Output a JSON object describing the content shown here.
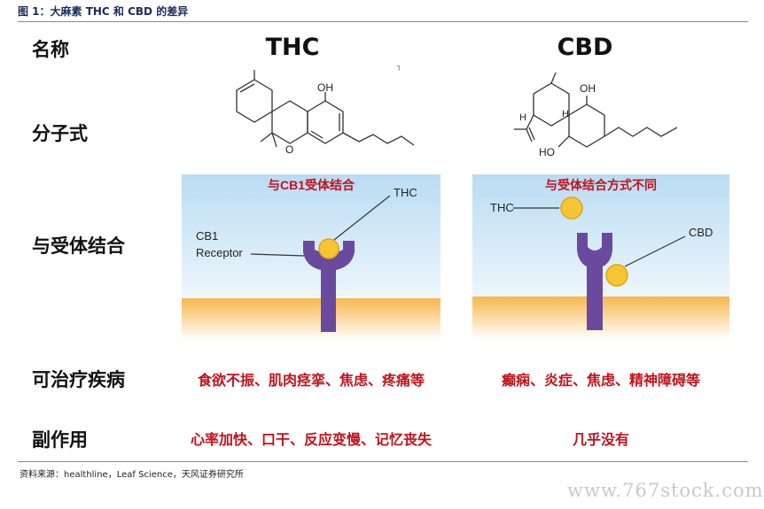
{
  "figure_title": "图 1：大麻素 THC 和 CBD 的差异",
  "columns": {
    "label_col": "名称",
    "thc": "THC",
    "cbd": "CBD"
  },
  "row_labels": {
    "formula": "分子式",
    "receptor": "与受体结合",
    "treats": "可治疗疾病",
    "side_effects": "副作用"
  },
  "molecule_labels": {
    "thc_oh": "OH",
    "thc_o": "O",
    "cbd_oh": "OH",
    "cbd_ho": "HO",
    "cbd_h1": "H",
    "cbd_h2": "H"
  },
  "mark": "˥",
  "receptor_panel": {
    "thc_title": "与CB1受体结合",
    "thc_ligand": "THC",
    "thc_receptor_line1": "CB1",
    "thc_receptor_line2": "Receptor",
    "cbd_title": "与受体结合方式不同",
    "cbd_thc": "THC",
    "cbd_ligand": "CBD"
  },
  "treats": {
    "thc": "食欲不振、肌肉痉挛、焦虑、疼痛等",
    "cbd": "癫痫、炎症、焦虑、精神障碍等"
  },
  "side_effects": {
    "thc": "心率加快、口干、反应变慢、记忆丧失",
    "cbd": "几乎没有"
  },
  "source": "资料来源：healthline，Leaf Science，天风证券研究所",
  "watermark": "www.767stock.com",
  "colors": {
    "title_blue": "#1a2b5c",
    "highlight_red": "#c0121b",
    "receptor_purple": "#6a4a9c",
    "ligand_yellow": "#f6c532",
    "membrane_orange": "#f3a73f",
    "panel_blue": "#cfe6f6"
  }
}
